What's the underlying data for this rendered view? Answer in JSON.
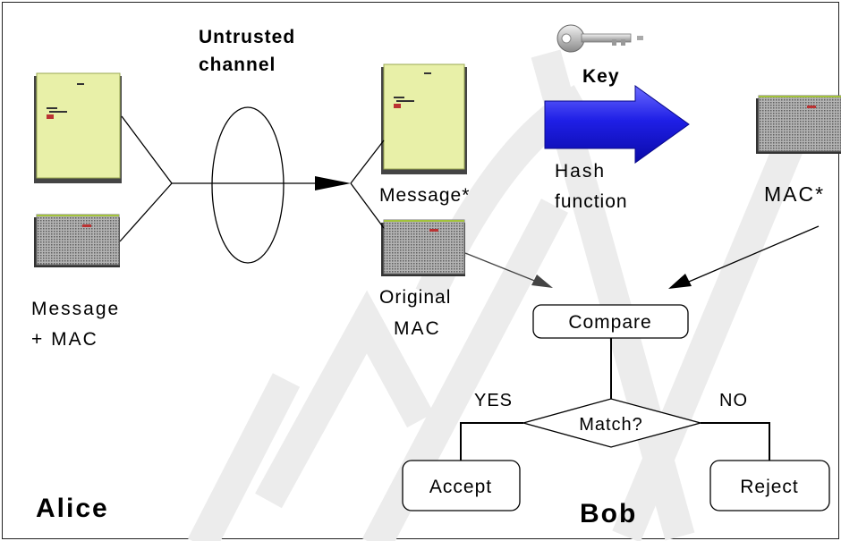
{
  "labels": {
    "untrusted_line1": "Untrusted",
    "untrusted_line2": "channel",
    "key": "Key",
    "hash_line1": "Hash",
    "hash_line2": "function",
    "message_star": "Message*",
    "mac_star": "MAC*",
    "original_line1": "Original",
    "original_line2": "MAC",
    "alice_msg_line1": "Message",
    "alice_msg_line2": "+ MAC",
    "compare": "Compare",
    "match": "Match?",
    "yes": "YES",
    "no": "NO",
    "accept": "Accept",
    "reject": "Reject",
    "alice": "Alice",
    "bob": "Bob"
  },
  "colors": {
    "message_doc": "#e8f0a8",
    "mac_doc": "#a6a6a6",
    "hash_arrow": "#1f1fe6",
    "watermark": "#ececec"
  },
  "icons": {
    "key": "key-icon",
    "hash_arrow": "right-arrow-icon"
  }
}
